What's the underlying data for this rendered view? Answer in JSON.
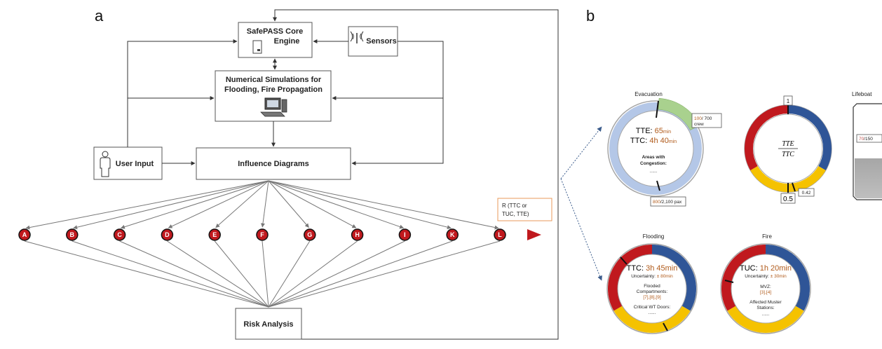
{
  "panel_a": {
    "label": "a",
    "core_engine": "SafePASS Core Engine",
    "core_line1": "SafePASS Core",
    "core_line2": "Engine",
    "sensors": "Sensors",
    "simulations_line1": "Numerical Simulations for",
    "simulations_line2": "Flooding, Fire Propagation",
    "user_input": "User Input",
    "influence": "Influence Diagrams",
    "risk_analysis": "Risk Analysis",
    "output_line1": "R (TTC or",
    "output_line2": "TUC, TTE)",
    "nodes": [
      "A",
      "B",
      "C",
      "D",
      "E",
      "F",
      "G",
      "H",
      "I",
      "K",
      "L"
    ]
  },
  "panel_b": {
    "label": "b",
    "evacuation": {
      "title": "Evacuation",
      "tte_label": "TTE: ",
      "tte_value": "65",
      "tte_unit": "min",
      "ttc_label": "TTC: ",
      "ttc_value": "4h 40",
      "ttc_unit": "min",
      "areas_line1": "Areas with",
      "areas_line2": "Congestion:",
      "areas_value": "......",
      "crew_value": "100",
      "crew_total": "/ 700",
      "crew_label": "crew",
      "pax_value": "800",
      "pax_total": "/2,100 pax",
      "progress": 0.14
    },
    "ratio": {
      "numerator": "TTE",
      "denominator": "TTC",
      "top_marker": "1",
      "bottom_marker": "0.5",
      "value_marker": "0.42"
    },
    "lifeboat": {
      "title": "Lifeboat",
      "value": "70",
      "total": "/150"
    },
    "flooding": {
      "title": "Flooding",
      "ttc_label": "TTC: ",
      "ttc_value": "3h 45min",
      "uncertainty_label": "Uncertainty: ",
      "uncertainty_value": "± 80min",
      "compartments_line1": "Flooded",
      "compartments_line2": "Compartments:",
      "compartments_value": "[7],[8],[9]",
      "doors_label": "Critical WT Doors:",
      "doors_value": "......"
    },
    "fire": {
      "title": "Fire",
      "tuc_label": "TUC: ",
      "tuc_value": "1h 20min",
      "uncertainty_label": "Uncertainty: ",
      "uncertainty_value": "± 30min",
      "mvz_label": "MVZ:",
      "mvz_value": "[3],[4]",
      "stations_line1": "Affected Muster",
      "stations_line2": "Stations:",
      "stations_value": "......"
    },
    "colors": {
      "red": "#c0191e",
      "blue": "#2f5597",
      "yellow": "#f5c200",
      "green": "#a9d18e",
      "lightblue": "#b4c7e7",
      "accent": "#b05a1a"
    }
  }
}
